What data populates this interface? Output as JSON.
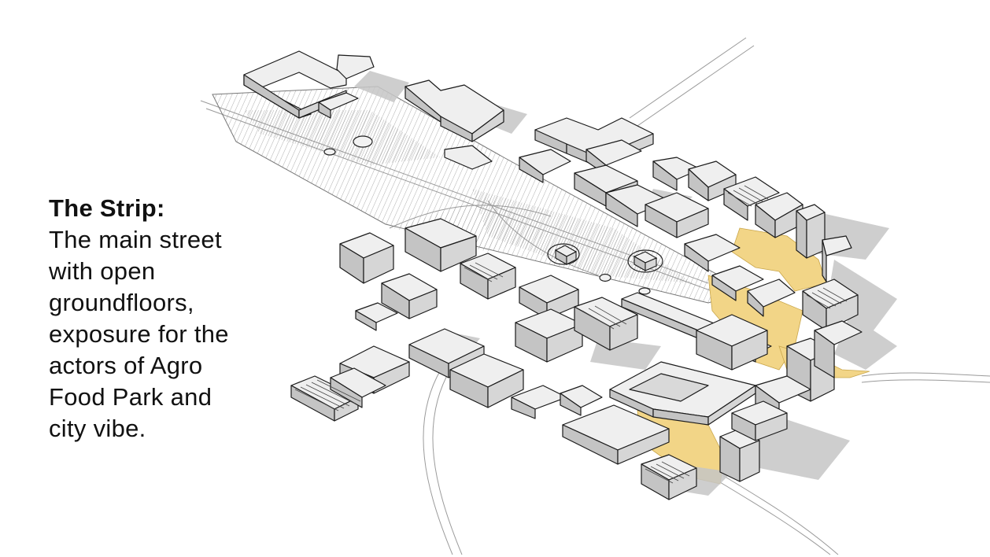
{
  "caption": {
    "title": "The Strip:",
    "lines": [
      "The main street",
      "with open",
      "groundfloors,",
      "exposure for the",
      "actors of Agro",
      "Food Park and",
      "city vibe."
    ]
  },
  "colors": {
    "background": "#ffffff",
    "building_top": "#efefef",
    "building_side": "#d6d6d6",
    "building_front": "#c4c4c4",
    "outline": "#1a1a1a",
    "shadow": "#b5b5b5",
    "plaza_highlight": "#f2d587",
    "road_line": "#8a8a8a"
  }
}
